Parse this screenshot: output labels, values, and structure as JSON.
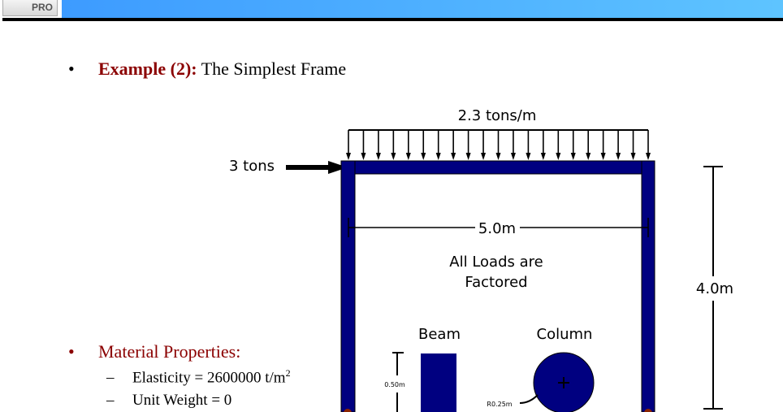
{
  "header": {
    "logo_text": "PRO"
  },
  "slide": {
    "example_label": "Example (2):",
    "example_title": " The Simplest Frame",
    "material_heading": "Material Properties:",
    "properties": [
      {
        "dash": "–",
        "text": "Elasticity = 2600000 t/m",
        "sup": "2"
      },
      {
        "dash": "–",
        "text": "Unit Weight = 0"
      }
    ]
  },
  "diagram": {
    "distributed_load": "2.3 tons/m",
    "point_load": "3 tons",
    "span": "5.0m",
    "height": "4.0m",
    "note_line1": "All Loads are",
    "note_line2": "Factored",
    "beam_label": "Beam",
    "beam_depth": "0.50m",
    "column_label": "Column",
    "column_radius": "R0.25m",
    "member_color": "#000080",
    "support_color": "#8b2500"
  }
}
